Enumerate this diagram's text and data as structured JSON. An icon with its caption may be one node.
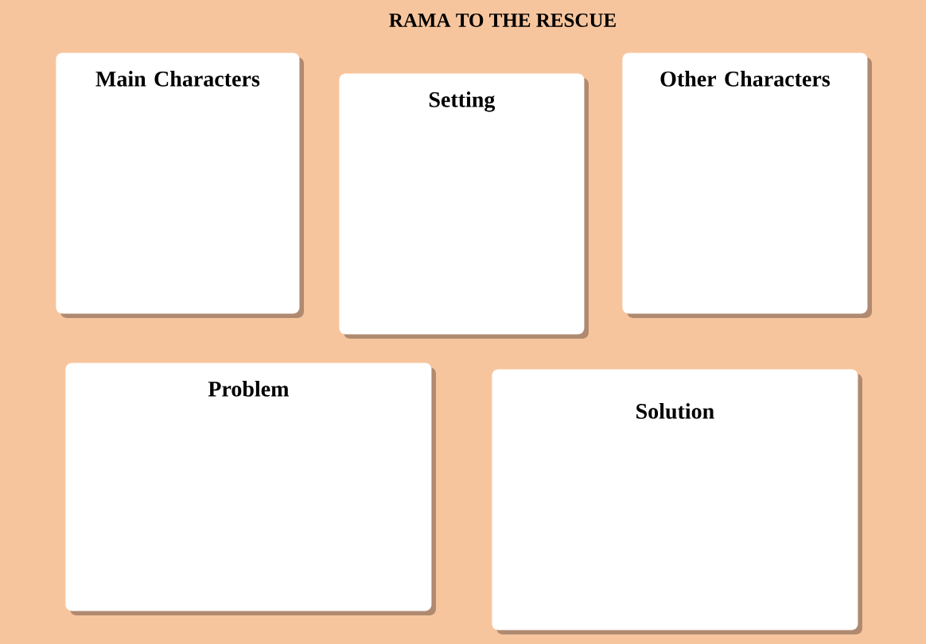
{
  "diagram": {
    "title": "RAMA TO THE RESCUE",
    "nodes": [
      {
        "text": [
          "Main Characters"
        ]
      },
      {
        "text": [
          "Setting"
        ]
      },
      {
        "text": [
          "Other Characters"
        ]
      },
      {
        "text": [
          "Problem"
        ]
      },
      {
        "text": [
          "Solution"
        ]
      }
    ]
  }
}
